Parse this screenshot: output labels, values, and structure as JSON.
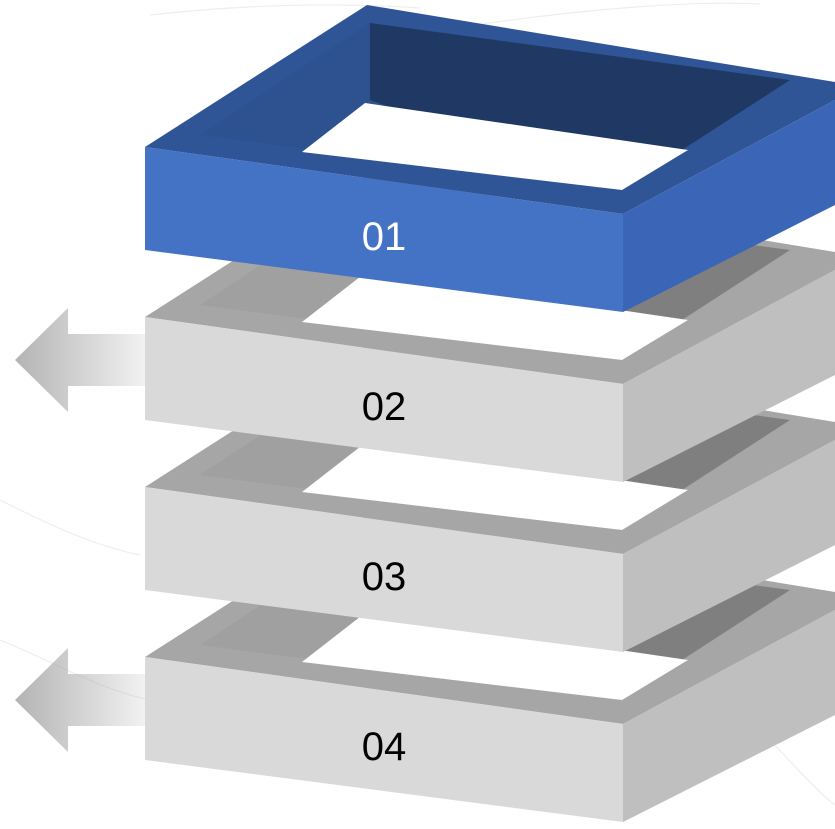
{
  "diagram": {
    "layers": [
      {
        "label": "01",
        "theme": "blue",
        "has_left_arrow": false
      },
      {
        "label": "02",
        "theme": "gray",
        "has_left_arrow": true
      },
      {
        "label": "03",
        "theme": "gray",
        "has_left_arrow": false
      },
      {
        "label": "04",
        "theme": "gray",
        "has_left_arrow": true
      }
    ],
    "colors": {
      "blue_front": "#4472c4",
      "blue_top": "#2f5597",
      "blue_side": "#3b66b8",
      "blue_inner_dark": "#1f3864",
      "blue_inner_light": "#2e5290",
      "gray_front": "#d9d9d9",
      "gray_top": "#a6a6a6",
      "gray_side": "#bfbfbf",
      "gray_inner_dark": "#7f7f7f",
      "gray_inner_light": "#a0a0a0",
      "arrow": "#a6a6a6",
      "label_on_blue": "#ffffff",
      "label_on_gray": "#000000"
    }
  }
}
